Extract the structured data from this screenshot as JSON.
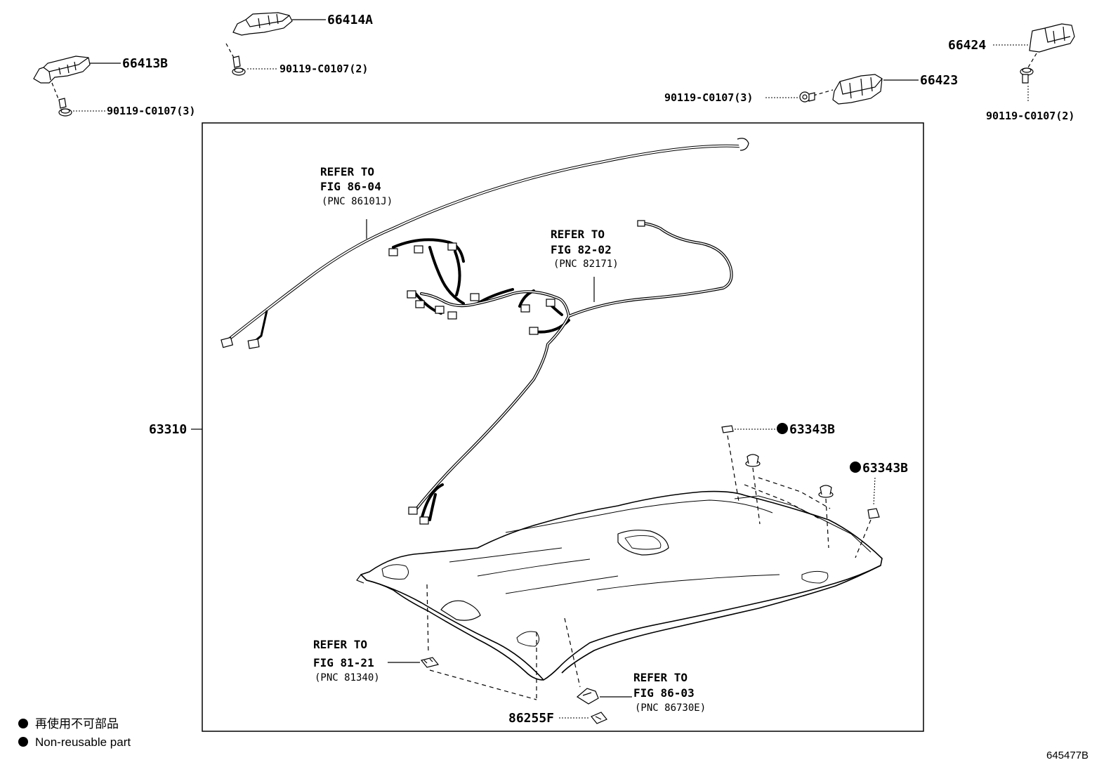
{
  "parts": {
    "p66414A": "66414A",
    "p66413B": "66413B",
    "p66424": "66424",
    "p66423": "66423",
    "bolt_66414A": "90119-C0107(2)",
    "bolt_66413B": "90119-C0107(3)",
    "bolt_66423": "90119-C0107(3)",
    "bolt_66424": "90119-C0107(2)",
    "p63310": "63310",
    "p63343B_a": "63343B",
    "p63343B_b": "63343B",
    "p86255F": "86255F"
  },
  "refs": {
    "ref_86_04": {
      "l1": "REFER TO",
      "l2": "FIG 86-04",
      "l3": "(PNC 86101J)"
    },
    "ref_82_02": {
      "l1": "REFER TO",
      "l2": "FIG 82-02",
      "l3": "(PNC 82171)"
    },
    "ref_81_21": {
      "l1": "REFER TO",
      "l2": "FIG 81-21",
      "l3": "(PNC 81340)"
    },
    "ref_86_03": {
      "l1": "REFER TO",
      "l2": "FIG 86-03",
      "l3": "(PNC 86730E)"
    }
  },
  "legend": {
    "line1": "再使用不可部品",
    "line2": "Non-reusable part"
  },
  "diagram_code": "645477B"
}
